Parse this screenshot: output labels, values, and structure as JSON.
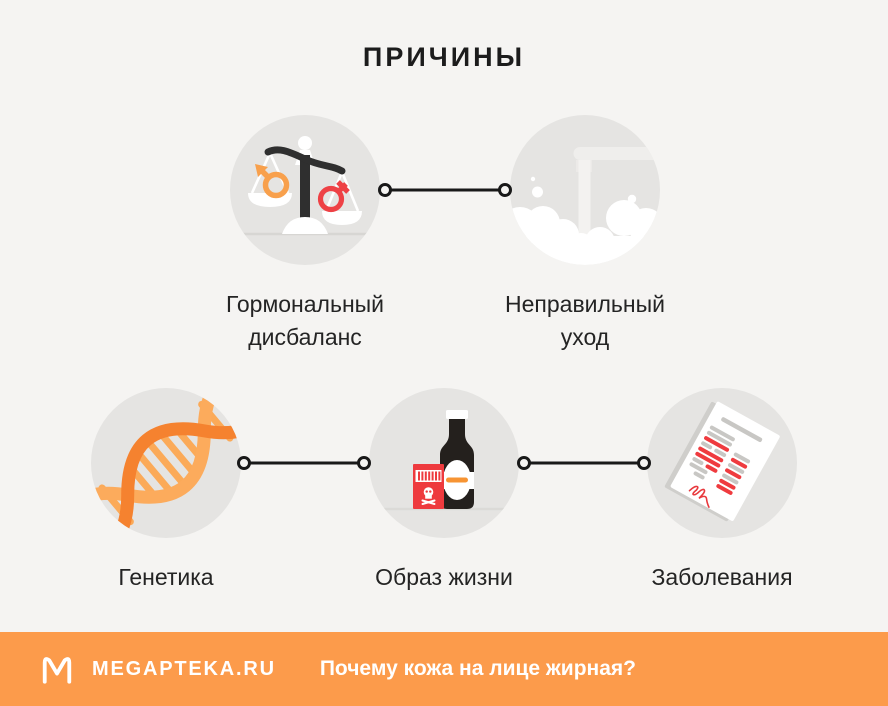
{
  "title": "ПРИЧИНЫ",
  "causes": [
    {
      "id": "hormonal",
      "icon": "scales-gender-icon",
      "lines": [
        "Гормональный",
        "дисбаланс"
      ]
    },
    {
      "id": "care",
      "icon": "faucet-foam-icon",
      "lines": [
        "Неправильный",
        "уход"
      ]
    },
    {
      "id": "genetics",
      "icon": "dna-icon",
      "lines": [
        "Генетика"
      ]
    },
    {
      "id": "lifestyle",
      "icon": "bottle-cigarettes-icon",
      "lines": [
        "Образ жизни"
      ]
    },
    {
      "id": "diseases",
      "icon": "medical-document-icon",
      "lines": [
        "Заболевания"
      ]
    }
  ],
  "footer": {
    "logo": "megapteka-m-icon",
    "brand": "MEGAPTEKA.RU",
    "question": "Почему кожа на лице жирная?"
  },
  "colors": {
    "background": "#f5f4f2",
    "circle_bg": "#e5e4e2",
    "footer_orange": "#fc9b4b",
    "icon_orange": "#f8a04c",
    "dna_orange_dark": "#f5822f",
    "dna_orange_light": "#fcab5c",
    "icon_red": "#ee4145",
    "dark": "#2f2f2f",
    "text": "#242424",
    "connector": "#191919"
  }
}
